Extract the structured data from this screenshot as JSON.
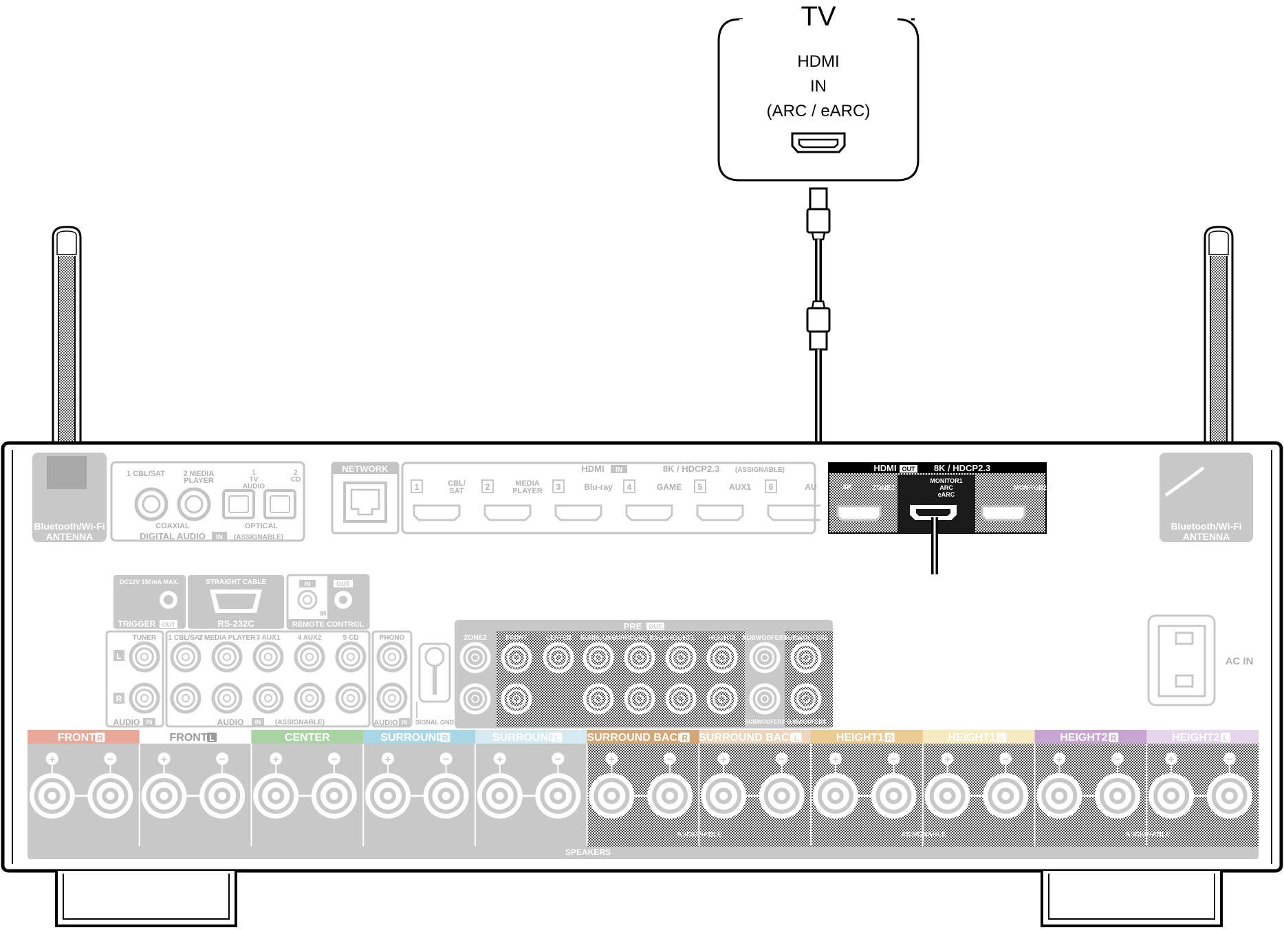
{
  "tv": {
    "title": "TV",
    "line1": "HDMI",
    "line2": "IN",
    "line3": "(ARC / eARC)"
  },
  "antenna": {
    "line1": "Bluetooth/Wi-Fi",
    "line2": "ANTENNA"
  },
  "digital_audio": {
    "in1": "1 CBL/SAT",
    "in2a": "2 MEDIA",
    "in2b": "PLAYER",
    "opt1a": "1",
    "opt1b": "TV",
    "opt1c": "AUDIO",
    "opt2a": "2",
    "opt2b": "CD",
    "coaxial": "COAXIAL",
    "optical": "OPTICAL",
    "label": "DIGITAL AUDIO",
    "in": "IN",
    "assignable": "(ASSIGNABLE)"
  },
  "network": {
    "label": "NETWORK"
  },
  "hdmi_in": {
    "label": "HDMI",
    "in": "IN",
    "spec": "8K / HDCP2.3",
    "assignable": "(ASSIGNABLE)",
    "ports": [
      {
        "num": "1",
        "name1": "CBL/",
        "name2": "SAT"
      },
      {
        "num": "2",
        "name1": "MEDIA",
        "name2": "PLAYER"
      },
      {
        "num": "3",
        "name1": "Blu-ray",
        "name2": ""
      },
      {
        "num": "4",
        "name1": "GAME",
        "name2": ""
      },
      {
        "num": "5",
        "name1": "AUX1",
        "name2": ""
      },
      {
        "num": "6",
        "name1": "AU",
        "name2": ""
      }
    ]
  },
  "hdmi_out": {
    "label": "HDMI",
    "out": "OUT",
    "spec": "8K / HDCP2.3",
    "zone_4k": "4K",
    "zone2": "ZONE2",
    "monitor1_a": "MONITOR1",
    "monitor1_b": "ARC",
    "monitor1_c": "eARC",
    "monitor2": "MONITOR2"
  },
  "trigger": {
    "spec": "DC12V 150mA MAX.",
    "label": "TRIGGER",
    "out": "OUT"
  },
  "rs232c": {
    "top": "STRAIGHT CABLE",
    "label": "RS-232C"
  },
  "remote": {
    "in": "IN",
    "out": "OUT",
    "ir": "IR",
    "label": "REMOTE CONTROL"
  },
  "audio_in": {
    "tuner": "TUNER",
    "l": "L",
    "r": "R",
    "inputs": [
      "1 CBL/SAT",
      "2 MEDIA PLAYER",
      "3 AUX1",
      "4 AUX2",
      "5 CD"
    ],
    "phono": "PHONO",
    "label": "AUDIO",
    "in": "IN",
    "assignable": "(ASSIGNABLE)",
    "signal_gnd": "SIGNAL GND"
  },
  "pre_out": {
    "label": "PRE",
    "out": "OUT",
    "zone2": "ZONE2",
    "channels": [
      "FRONT",
      "CENTER",
      "SURROUND",
      "SURROUND BACK",
      "HEIGHT1",
      "HEIGHT2",
      "SUBWOOFER1",
      "SUBWOOFER2"
    ],
    "sub_bottom": [
      "SUBWOOFER3",
      "SUBWOOFER4"
    ]
  },
  "ac_in": {
    "label": "AC IN"
  },
  "speakers": {
    "label": "SPEAKERS",
    "assignable": "ASSIGNABLE",
    "channels": [
      {
        "name": "FRONT",
        "side": "R",
        "color": "#e8a89a"
      },
      {
        "name": "FRONT",
        "side": "L",
        "color": "#ffffff"
      },
      {
        "name": "CENTER",
        "side": "",
        "color": "#a9d3a2"
      },
      {
        "name": "SURROUND",
        "side": "R",
        "color": "#a9d7e6"
      },
      {
        "name": "SURROUND",
        "side": "L",
        "color": "#d6eaf1"
      },
      {
        "name": "SURROUND BACK",
        "side": "R",
        "color": "#d3a777"
      },
      {
        "name": "SURROUND BACK",
        "side": "L",
        "color": "#ecd7bd"
      },
      {
        "name": "HEIGHT1",
        "side": "R",
        "color": "#e9cb93"
      },
      {
        "name": "HEIGHT1",
        "side": "L",
        "color": "#f6eac0"
      },
      {
        "name": "HEIGHT2",
        "side": "R",
        "color": "#c7a5d0"
      },
      {
        "name": "HEIGHT2",
        "side": "L",
        "color": "#e5d6eb"
      }
    ]
  }
}
